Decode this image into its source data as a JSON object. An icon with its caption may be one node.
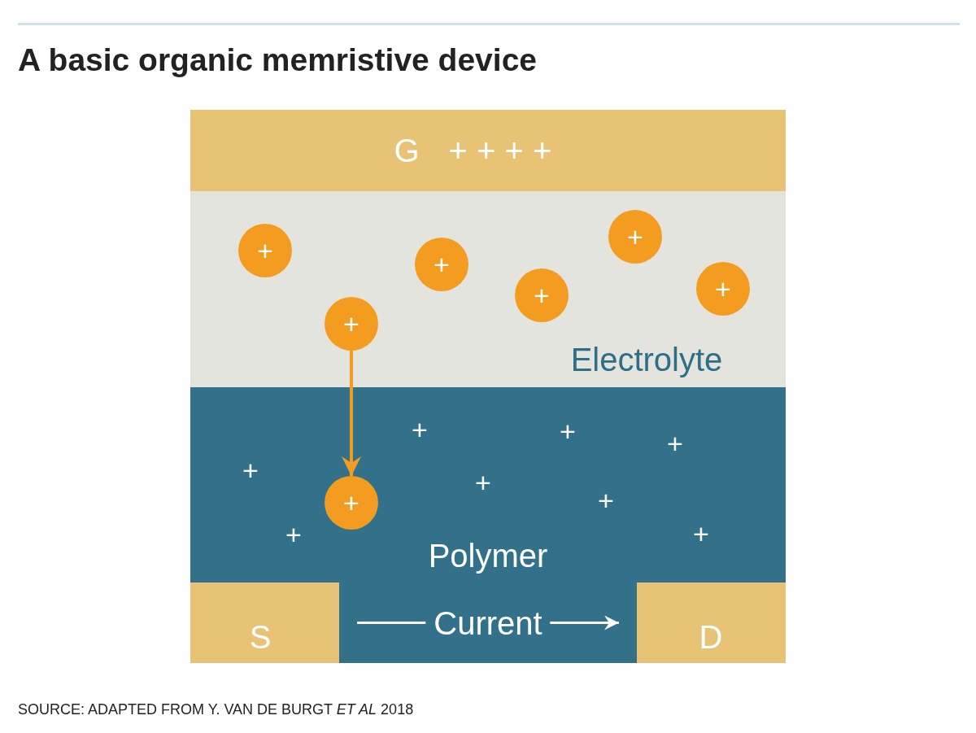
{
  "diagram": {
    "title": "A basic organic memristive device",
    "caption": "SOURCE: ADAPTED FROM Y. VAN DE BURGT *ET AL* 2018",
    "nodes": [
      {
        "text": [
          "G",
          "+ + + +"
        ]
      },
      {
        "text": [
          "Electrolyte"
        ]
      },
      {
        "text": [
          "+"
        ],
        "in": 1
      },
      {
        "text": [
          "+"
        ],
        "in": 1
      },
      {
        "text": [
          "+"
        ],
        "in": 1
      },
      {
        "text": [
          "+"
        ],
        "in": 1
      },
      {
        "text": [
          "+"
        ],
        "in": 1
      },
      {
        "text": [
          "+"
        ],
        "in": 1
      },
      {
        "text": [
          "Polymer"
        ]
      },
      {
        "text": [
          "+"
        ],
        "in": 8
      },
      {
        "text": [
          "S"
        ]
      },
      {
        "text": [
          "D"
        ]
      }
    ],
    "edges": [
      {
        "from": 7,
        "to": 9,
        "arrow": "to",
        "color": "#f39c1f"
      },
      {
        "from": 10,
        "to": 11,
        "arrow": "to",
        "label": "Current",
        "color": "#ffffff"
      }
    ],
    "labels": [
      "+",
      "+",
      "+",
      "+",
      "+",
      "+",
      "+",
      "+"
    ]
  }
}
